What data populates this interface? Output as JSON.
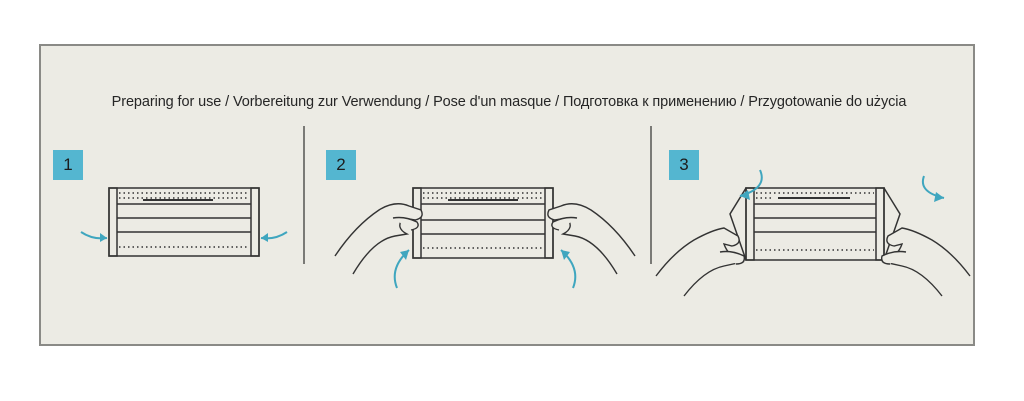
{
  "heading": "Preparing for use / Vorbereitung zur Verwendung / Pose d'un masque / Подготовка к применению / Przygotowanie do użycia",
  "steps": [
    {
      "number": "1"
    },
    {
      "number": "2"
    },
    {
      "number": "3"
    }
  ],
  "colors": {
    "accent": "#54b6d0",
    "arrow": "#3fa6bf",
    "line": "#333333",
    "background": "#ecebe4"
  }
}
